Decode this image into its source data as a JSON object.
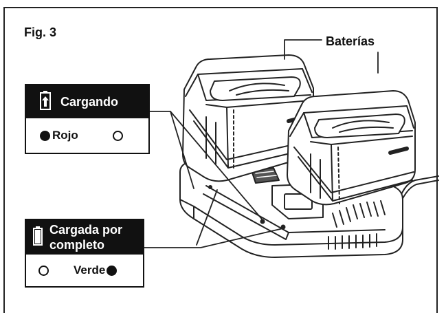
{
  "figure": {
    "label": "Fig. 3"
  },
  "callouts": {
    "batteries": "Baterías"
  },
  "charging_panel": {
    "title": "Cargando",
    "indicator_label": "Rojo",
    "colors": {
      "header": "#111111",
      "indicator": "#111111"
    }
  },
  "charged_panel": {
    "title_line1": "Cargada por",
    "title_line2": "completo",
    "indicator_label": "Verde"
  },
  "icons": [
    "battery-charging-icon",
    "battery-full-icon",
    "led-indicator-icon",
    "battery-pack-icon",
    "dual-charger-icon"
  ]
}
